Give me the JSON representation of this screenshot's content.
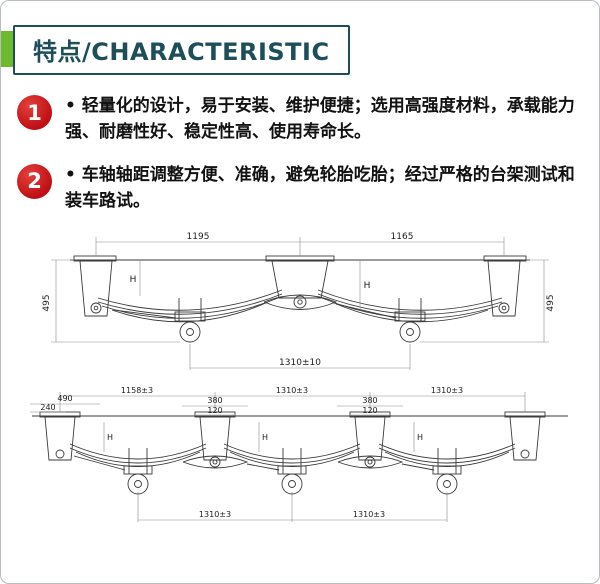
{
  "header": {
    "title": "特点/CHARACTERISTIC",
    "accent_color": "#6fb92c",
    "title_color": "#1d4e5a"
  },
  "features": [
    {
      "number": "1",
      "text": "• 轻量化的设计，易于安装、维护便捷；选用高强度材料，承载能力强、耐磨性好、稳定性高、使用寿命长。"
    },
    {
      "number": "2",
      "text": "• 车轴轴距调整方便、准确，避免轮胎吃胎；经过严格的台架测试和装车路试。"
    }
  ],
  "drawing1": {
    "description": "tandem-axle-leaf-spring-suspension-drawing",
    "dims": {
      "top_left": "1195",
      "top_right": "1165",
      "end_height": "495",
      "bottom_span": "1310±10",
      "h_label": "H"
    }
  },
  "drawing2": {
    "description": "tri-axle-leaf-spring-suspension-drawing",
    "dims": {
      "top_left": "1158±3",
      "axle_pitch": "1310±3",
      "d490": "490",
      "d240": "240",
      "d380": "380",
      "d120": "120",
      "h_label": "H"
    }
  }
}
